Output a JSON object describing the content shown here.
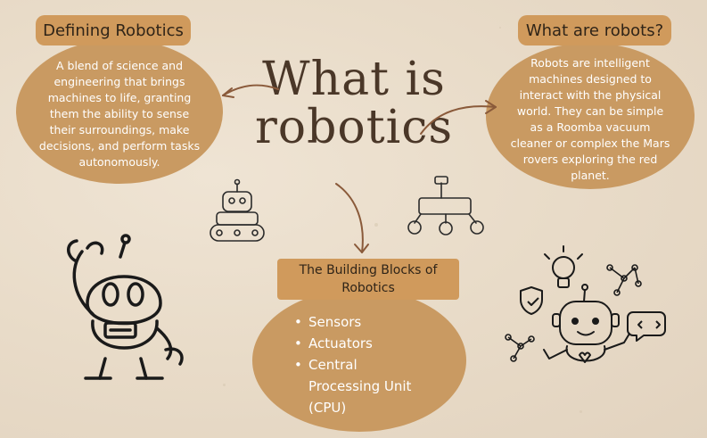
{
  "title": {
    "line1": "What is",
    "line2": "robotics"
  },
  "defining": {
    "heading": "Defining Robotics",
    "body": "A blend of science and engineering that brings machines to life, granting them the ability to sense their surroundings, make decisions, and perform tasks autonomously."
  },
  "robots": {
    "heading": "What are robots?",
    "body": "Robots are intelligent machines designed to interact with the physical world. They can be simple as a Roomba vacuum cleaner or complex the Mars rovers exploring the red planet."
  },
  "blocks": {
    "heading": "The Building Blocks of Robotics",
    "items": [
      "Sensors",
      "Actuators",
      "Central Processing Unit (CPU)"
    ]
  },
  "colors": {
    "accent": "#d09a5c",
    "blob": "#c99a62",
    "ink": "#2f2418",
    "background": "#e9dcc9"
  },
  "illustrations": [
    "tracked-robot-icon",
    "mars-rover-icon",
    "waving-robot-icon",
    "thinking-robot-icon",
    "lightbulb-icon",
    "network-icon",
    "chat-bubble-icon",
    "shield-icon",
    "arrow-icon"
  ]
}
